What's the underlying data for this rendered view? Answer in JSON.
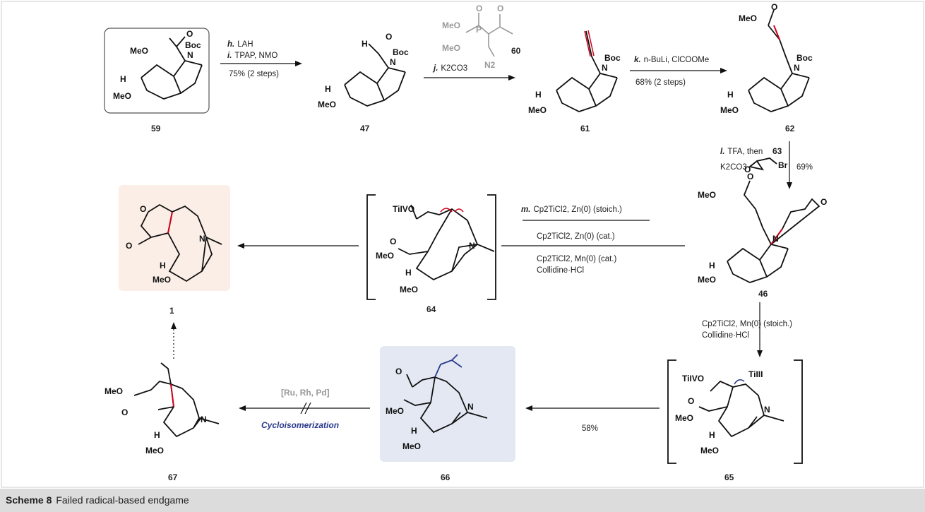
{
  "caption": {
    "label": "Scheme 8",
    "text": "Failed radical-based endgame"
  },
  "compounds": {
    "c59": "59",
    "c47": "47",
    "c60": "60",
    "c61": "61",
    "c62": "62",
    "c63": "63",
    "c46": "46",
    "c64": "64",
    "c65": "65",
    "c66": "66",
    "c67": "67",
    "c1": "1"
  },
  "conditions": {
    "h_letter": "h.",
    "h_text": "LAH",
    "i_letter": "i.",
    "i_text": "TPAP, NMO",
    "hi_yield": "75% (2 steps)",
    "j_letter": "j.",
    "j_text": "K2CO3",
    "k_letter": "k.",
    "k_text": "n-BuLi, ClCOOMe",
    "k_yield": "68% (2 steps)",
    "l_letter": "l.",
    "l_text": "TFA, then",
    "l_text2": "K2CO3",
    "l_yield": "69%",
    "m_letter": "m.",
    "m_text": "Cp2TiCl2, Zn(0) (stoich.)",
    "m2": "Cp2TiCl2, Zn(0) (cat.)",
    "m3": "Cp2TiCl2, Mn(0) (cat.)",
    "m4": "Collidine·HCl",
    "n1": "Cp2TiCl2, Mn(0) (stoich.)",
    "n2": "Collidine·HCl",
    "yield_58": "58%",
    "catalysts": "[Ru, Rh, Pd]",
    "cycloisomerization": "Cycloisomerization"
  },
  "atoms": {
    "meo": "MeO",
    "boc": "Boc",
    "n": "N",
    "h": "H",
    "o": "O",
    "br": "Br",
    "p": "P",
    "n2": "N2",
    "ti4": "TiIVO",
    "ti3": "TiIII"
  },
  "colors": {
    "red_bond": "#d0021b",
    "blue_text": "#2a3a8c",
    "grey_text": "#999999",
    "box_66": "#e3e8f3",
    "box_1": "#fbeee6"
  }
}
